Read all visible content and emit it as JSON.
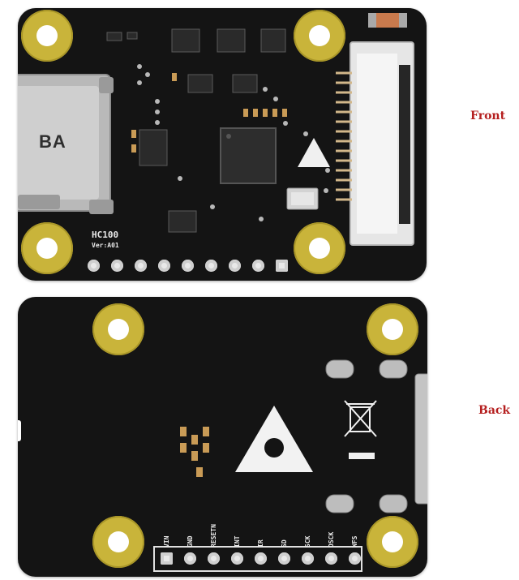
{
  "labels": {
    "front": "Front",
    "back": "Back"
  },
  "front": {
    "connector_text": "BA",
    "board_name": "HC100",
    "board_version": "Ver:A01"
  },
  "back": {
    "pins": [
      "VIN",
      "GND",
      "RESETN",
      "INT",
      "IR",
      "SD",
      "SCK",
      "OSCK",
      "WFS"
    ]
  },
  "colors": {
    "pcb": "#141414",
    "pad_gold": "#c9b43a",
    "label_red": "#b51f1f",
    "silkscreen": "#e8e8e8"
  }
}
